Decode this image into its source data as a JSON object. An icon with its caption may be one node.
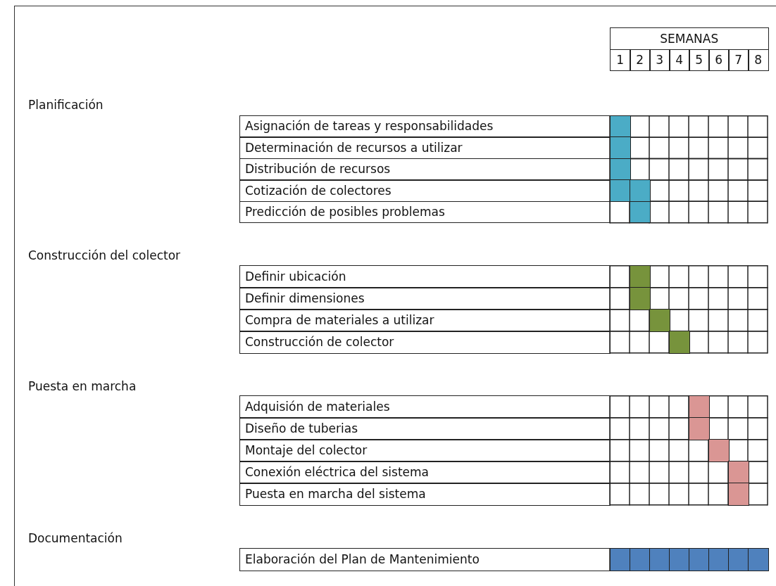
{
  "diagram": {
    "nodes": [
      {
        "text": [
          "Asignación de tareas y responsabilidades"
        ]
      },
      {
        "text": [],
        "shape": "box"
      },
      {
        "text": [
          "Determinación de recursos a utilizar"
        ]
      },
      {
        "text": [],
        "shape": "box"
      },
      {
        "text": [
          "Distribución de recursos"
        ]
      },
      {
        "text": [],
        "shape": "box"
      },
      {
        "text": [
          "Cotización de colectores"
        ]
      },
      {
        "text": [],
        "shape": "box"
      },
      {
        "text": [],
        "shape": "box"
      },
      {
        "text": [
          "Predicción de posibles problemas"
        ]
      },
      {
        "text": [],
        "shape": "box"
      },
      {
        "text": [
          "Definir ubicación"
        ]
      },
      {
        "text": [],
        "shape": "box"
      },
      {
        "text": [
          "Definir dimensiones"
        ]
      },
      {
        "text": [],
        "shape": "box"
      },
      {
        "text": [
          "Compra de materiales a utilizar"
        ]
      },
      {
        "text": [],
        "shape": "box"
      },
      {
        "text": [
          "Construcción de colector"
        ]
      },
      {
        "text": [],
        "shape": "box"
      },
      {
        "text": [
          "Adquisión de materiales"
        ]
      },
      {
        "text": [],
        "shape": "box"
      },
      {
        "text": [
          "Diseño de tuberias"
        ]
      },
      {
        "text": [],
        "shape": "box"
      },
      {
        "text": [
          "Montaje del colector"
        ]
      },
      {
        "text": [],
        "shape": "box"
      },
      {
        "text": [
          "Conexión eléctrica del sistema"
        ]
      },
      {
        "text": [],
        "shape": "box"
      },
      {
        "text": [
          "Puesta en marcha del sistema"
        ]
      },
      {
        "text": [],
        "shape": "box"
      },
      {
        "text": [
          "Elaboración del Plan de Mantenimiento"
        ]
      },
      {
        "text": [],
        "shape": "box"
      },
      {
        "text": [],
        "shape": "box"
      },
      {
        "text": [],
        "shape": "box"
      },
      {
        "text": [],
        "shape": "box"
      },
      {
        "text": [],
        "shape": "box"
      },
      {
        "text": [],
        "shape": "box"
      },
      {
        "text": [],
        "shape": "box"
      },
      {
        "text": [],
        "shape": "box"
      }
    ],
    "labels": [
      "SEMANAS",
      "1",
      "2",
      "3",
      "4",
      "5",
      "6",
      "7",
      "8",
      "Planificación",
      "Construcción del colector",
      "Puesta en marcha",
      "Documentación"
    ]
  }
}
